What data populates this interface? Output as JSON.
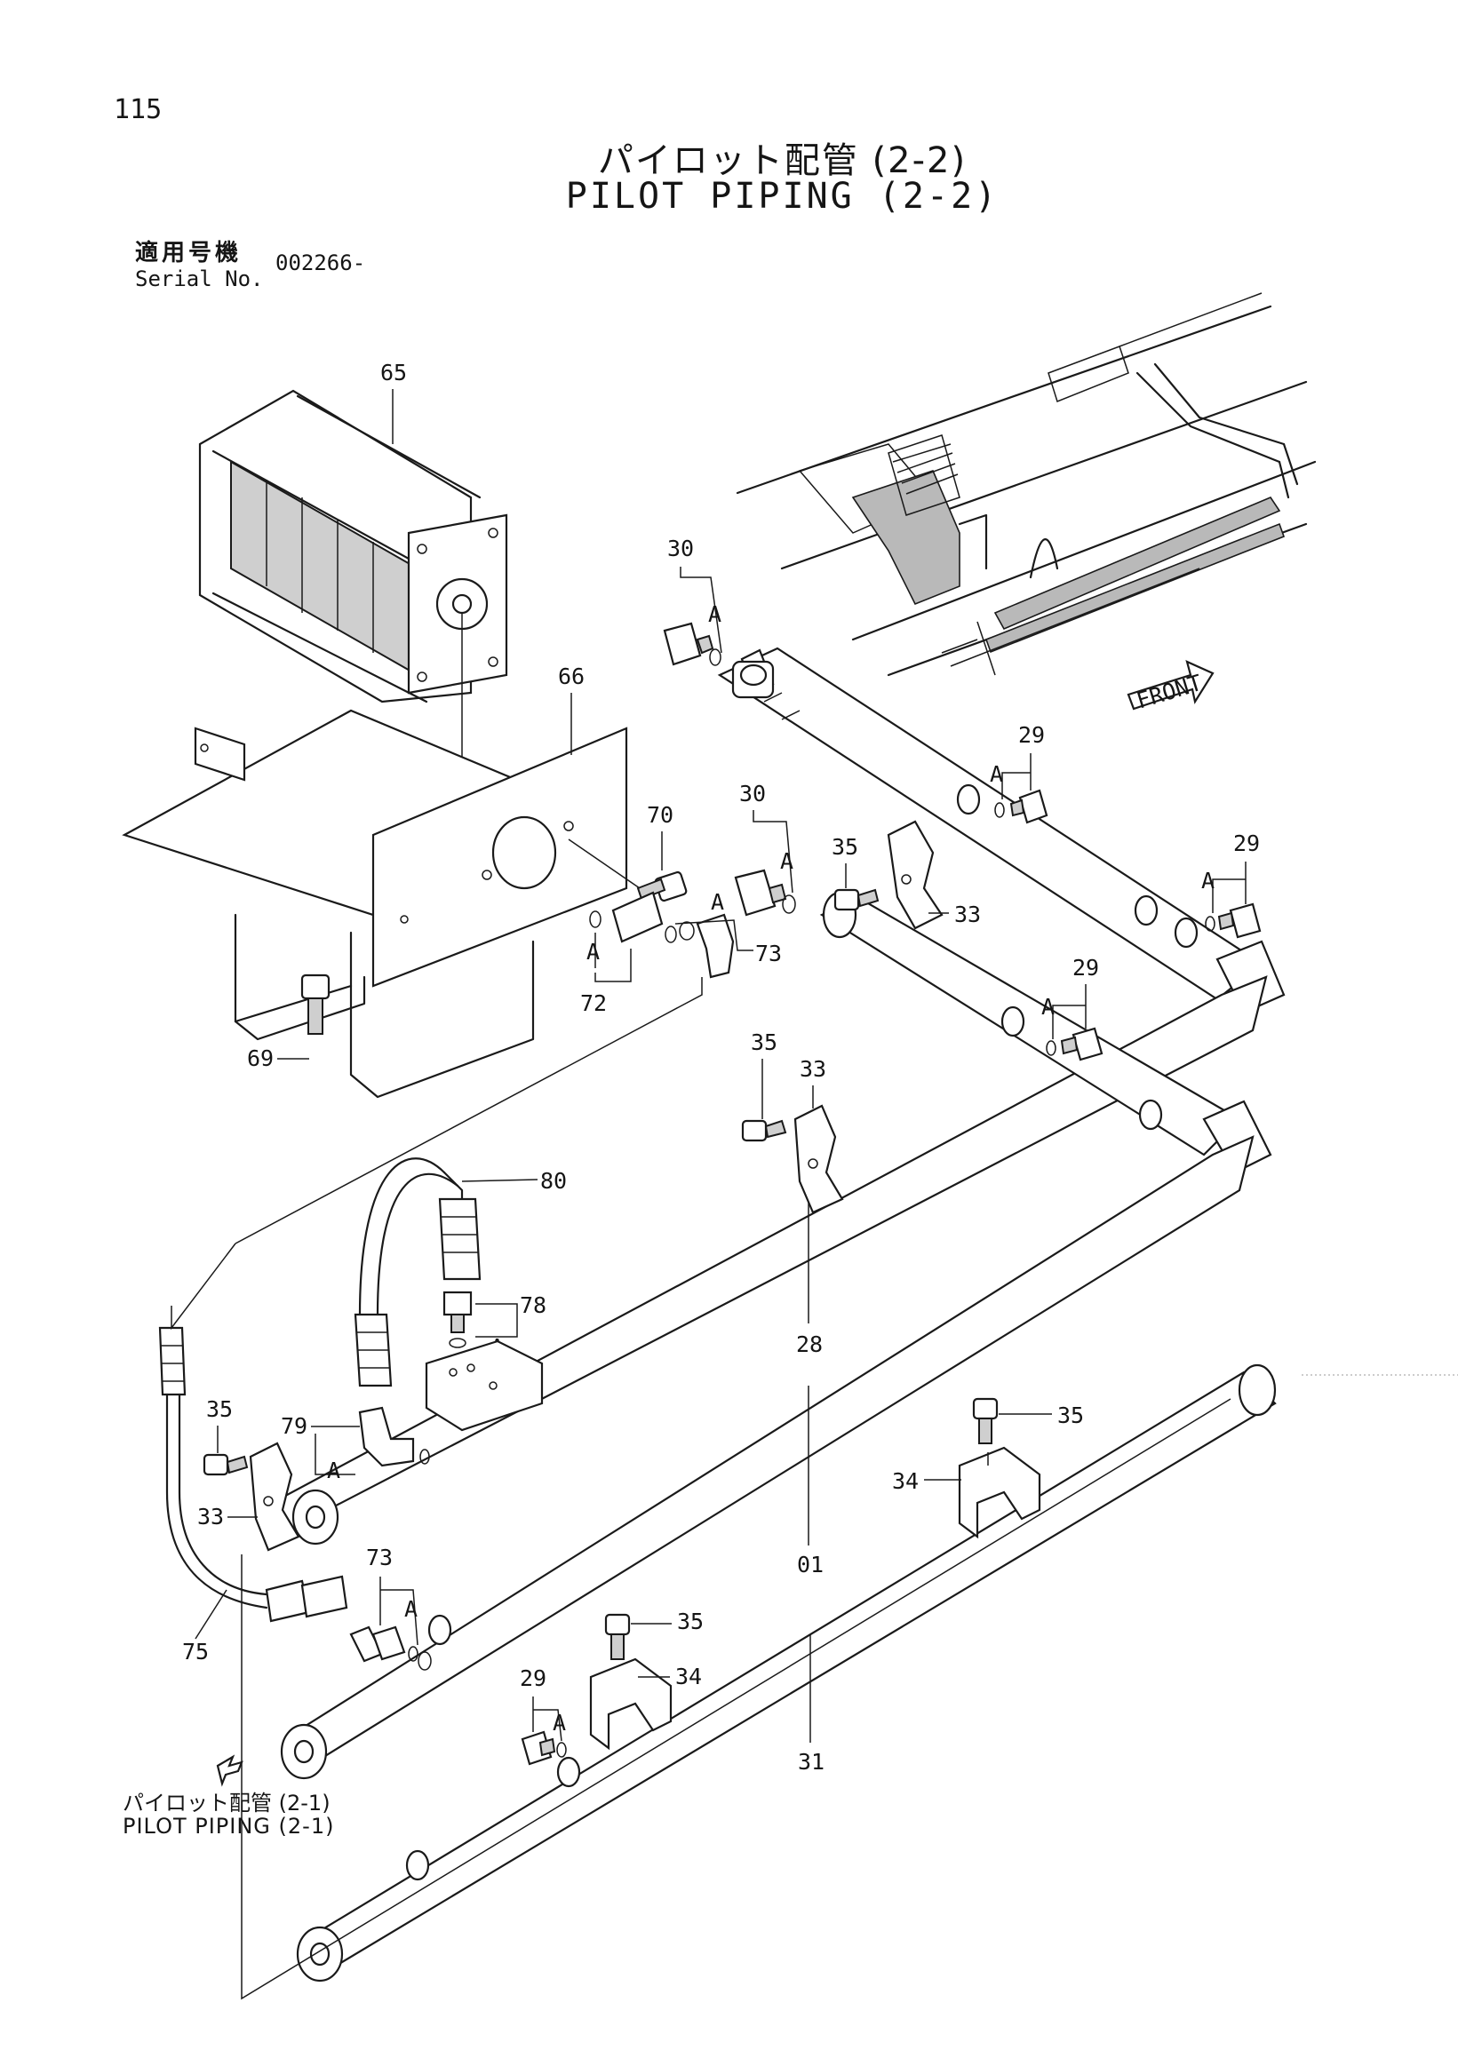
{
  "header": {
    "page_number": "115",
    "title_ja": "パイロット配管 (2-2)",
    "title_en": "PILOT PIPING (2-2)",
    "serial_label_ja": "適用号機",
    "serial_label_en": "Serial No.",
    "serial_value": "002266-"
  },
  "reference": {
    "label_ja": "パイロット配管 (2-1)",
    "label_en": "PILOT PIPING (2-1)"
  },
  "inset": {
    "front_label": "FRONT"
  },
  "callouts": {
    "p65": "65",
    "p66": "66",
    "p69": "69",
    "p70": "70",
    "p72": "72",
    "p73a": "73",
    "p30a": "30",
    "p30b": "30",
    "p29a": "29",
    "p29b": "29",
    "p29c": "29",
    "p29d": "29",
    "p35a": "35",
    "p35b": "35",
    "p35c": "35",
    "p35d": "35",
    "p35e": "35",
    "p33a": "33",
    "p33b": "33",
    "p33c": "33",
    "p34a": "34",
    "p34b": "34",
    "p80": "80",
    "p78": "78",
    "p79": "79",
    "p73b": "73",
    "p75": "75",
    "p28": "28",
    "p01": "01",
    "p31": "31",
    "a": "A"
  }
}
